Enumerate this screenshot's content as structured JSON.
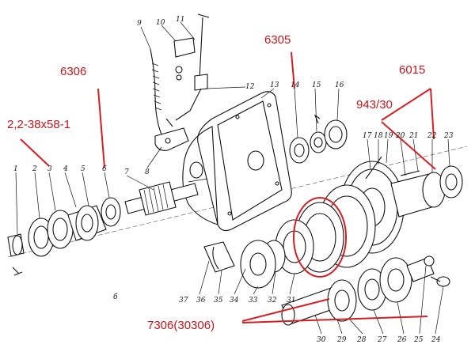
{
  "annotations": {
    "spec_2_2": "2,2-38x58-1",
    "bearing_6306": "6306",
    "bearing_6305": "6305",
    "bearing_6015": "6015",
    "seal_943_30": "943/30",
    "bearing_7306": "7306(30306)"
  },
  "figure_letter": "б",
  "part_numbers": {
    "p1": "1",
    "p2": "2",
    "p3": "3",
    "p4": "4",
    "p5": "5",
    "p6": "6",
    "p7": "7",
    "p8": "8",
    "p9": "9",
    "p10": "10",
    "p11": "11",
    "p12": "12",
    "p13": "13",
    "p14": "14",
    "p15": "15",
    "p16": "16",
    "p17": "17",
    "p18": "18",
    "p19": "19",
    "p20": "20",
    "p21": "21",
    "p22": "22",
    "p23": "23",
    "p24": "24",
    "p25": "25",
    "p26": "26",
    "p27": "27",
    "p28": "28",
    "p29": "29",
    "p30": "30",
    "p31": "31",
    "p32": "32",
    "p33": "33",
    "p34": "34",
    "p35": "35",
    "p36": "36",
    "p37": "37"
  },
  "colors": {
    "annotation": "#c0171c",
    "ink": "#111111",
    "background": "#ffffff"
  }
}
